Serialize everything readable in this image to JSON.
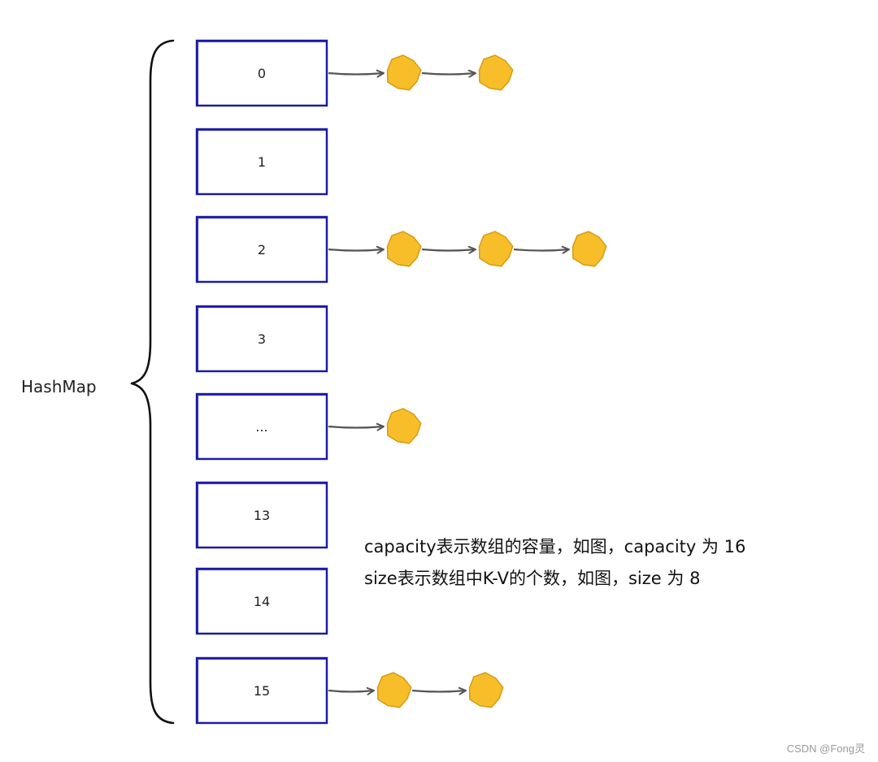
{
  "hashmap_label": "HashMap",
  "buckets": [
    {
      "label": "0",
      "nodes": 2
    },
    {
      "label": "1",
      "nodes": 0
    },
    {
      "label": "2",
      "nodes": 3
    },
    {
      "label": "3",
      "nodes": 0
    },
    {
      "label": "...",
      "nodes": 1
    },
    {
      "label": "13",
      "nodes": 0
    },
    {
      "label": "14",
      "nodes": 0
    },
    {
      "label": "15",
      "nodes": 2
    }
  ],
  "notes": [
    "capacity表示数组的容量，如图，capacity 为 16",
    "size表示数组中K-V的个数，如图，size 为 8"
  ],
  "watermark": "CSDN @Fong灵",
  "colors": {
    "bucket_stroke": "#1a1aa6",
    "node_fill": "#f7be2a",
    "node_stroke": "#d89a12",
    "arrow": "#555555",
    "brace": "#111111"
  }
}
